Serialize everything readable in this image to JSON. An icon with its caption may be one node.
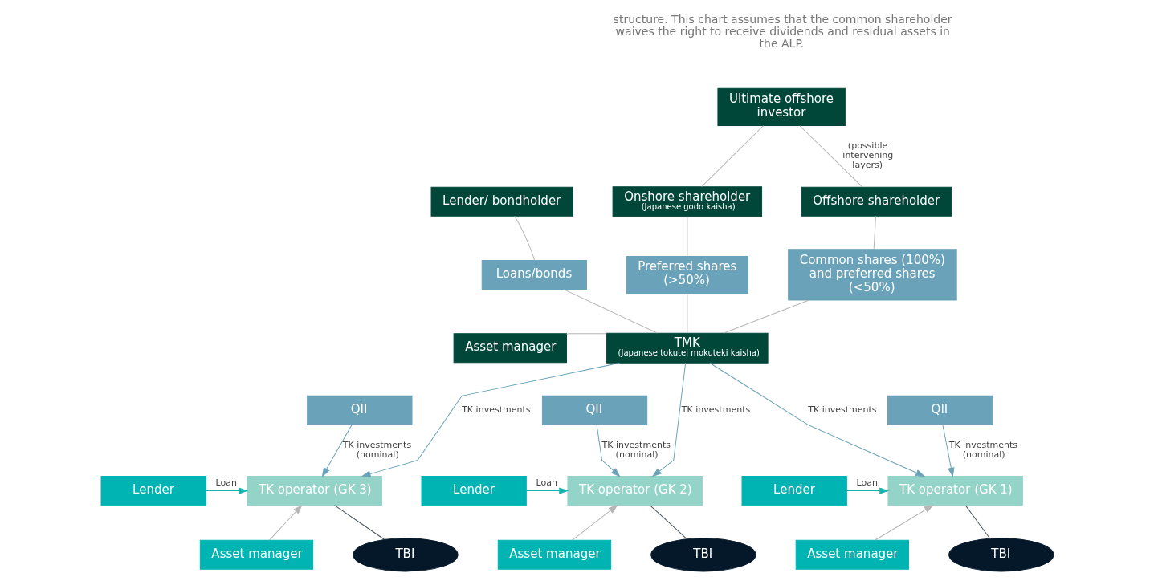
{
  "diagram": {
    "nodes": [
      {
        "text": [
          "Ultimate offshore investor"
        ]
      },
      {
        "text": [
          "Lender/ bondholder"
        ]
      },
      {
        "text": [
          "Onshore shareholder",
          "(Japanese godo kaisha)"
        ]
      },
      {
        "text": [
          "Offshore shareholder"
        ]
      },
      {
        "text": [
          "Loans/bonds"
        ]
      },
      {
        "text": [
          "Preferred shares (>50%)"
        ]
      },
      {
        "text": [
          "Common shares (100%) and preferred shares (<50%)"
        ]
      },
      {
        "text": [
          "Asset manager"
        ]
      },
      {
        "text": [
          "TMK",
          "(Japanese tokutei mokuteki kaisha)"
        ]
      },
      {
        "text": [
          "QII"
        ]
      },
      {
        "text": [
          "QII"
        ]
      },
      {
        "text": [
          "QII"
        ]
      },
      {
        "text": [
          "Lender"
        ]
      },
      {
        "text": [
          "TK operator (GK 3)"
        ]
      },
      {
        "text": [
          "Lender"
        ]
      },
      {
        "text": [
          "TK operator (GK 2)"
        ]
      },
      {
        "text": [
          "Lender"
        ]
      },
      {
        "text": [
          "TK operator (GK 1)"
        ]
      },
      {
        "text": [
          "Asset manager"
        ]
      },
      {
        "text": [
          "TBI"
        ]
      },
      {
        "text": [
          "Asset manager"
        ]
      },
      {
        "text": [
          "TBI"
        ]
      },
      {
        "text": [
          "Asset manager"
        ]
      },
      {
        "text": [
          "TBI"
        ]
      }
    ],
    "edges": [
      {
        "from": 0,
        "to": 2,
        "arrow": "none"
      },
      {
        "from": 0,
        "to": 3,
        "arrow": "none",
        "label": "(possible intervening layers)"
      },
      {
        "from": 1,
        "to": 4,
        "arrow": "none"
      },
      {
        "from": 2,
        "to": 5,
        "arrow": "none"
      },
      {
        "from": 3,
        "to": 6,
        "arrow": "none"
      },
      {
        "from": 4,
        "to": 8,
        "arrow": "none"
      },
      {
        "from": 5,
        "to": 8,
        "arrow": "none"
      },
      {
        "from": 6,
        "to": 8,
        "arrow": "none"
      },
      {
        "from": 7,
        "to": 8,
        "arrow": "none"
      },
      {
        "from": 8,
        "to": 13,
        "arrow": "to",
        "label": "TK investments",
        "color": "#6aa3b9"
      },
      {
        "from": 8,
        "to": 15,
        "arrow": "to",
        "label": "TK investments",
        "color": "#6aa3b9"
      },
      {
        "from": 8,
        "to": 17,
        "arrow": "to",
        "label": "TK investments",
        "color": "#6aa3b9"
      },
      {
        "from": 9,
        "to": 13,
        "arrow": "to",
        "label": "TK investments (nominal)",
        "color": "#6aa3b9"
      },
      {
        "from": 10,
        "to": 15,
        "arrow": "to",
        "label": "TK investments (nominal)",
        "color": "#6aa3b9"
      },
      {
        "from": 11,
        "to": 17,
        "arrow": "to",
        "label": "TK investments (nominal)",
        "color": "#6aa3b9"
      },
      {
        "from": 12,
        "to": 13,
        "arrow": "to",
        "label": "Loan",
        "color": "#17b3b3"
      },
      {
        "from": 14,
        "to": 15,
        "arrow": "to",
        "label": "Loan",
        "color": "#17b3b3"
      },
      {
        "from": 16,
        "to": 17,
        "arrow": "to",
        "label": "Loan",
        "color": "#17b3b3"
      },
      {
        "from": 18,
        "to": 13,
        "arrow": "to"
      },
      {
        "from": 20,
        "to": 15,
        "arrow": "to"
      },
      {
        "from": 22,
        "to": 17,
        "arrow": "to"
      },
      {
        "from": 13,
        "to": 19,
        "arrow": "none",
        "color": "#4a5560"
      },
      {
        "from": 15,
        "to": 21,
        "arrow": "none",
        "color": "#4a5560"
      },
      {
        "from": 17,
        "to": 23,
        "arrow": "none",
        "color": "#4a5560"
      }
    ],
    "labels": [
      "structure. This chart assumes that the common shareholder waives the right to receive dividends and residual assets in the ALP."
    ]
  }
}
